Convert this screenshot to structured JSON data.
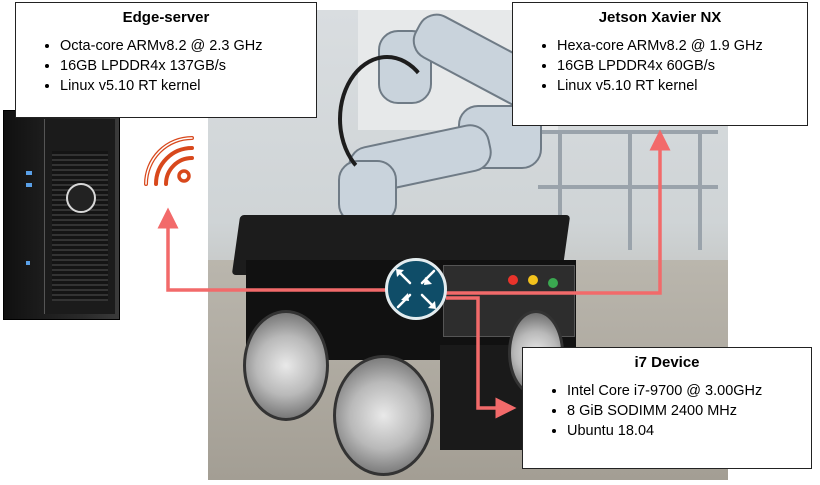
{
  "edge_server": {
    "title": "Edge-server",
    "specs": [
      "Octa-core ARMv8.2 @ 2.3 GHz",
      "16GB LPDDR4x 137GB/s",
      "Linux v5.10 RT kernel"
    ]
  },
  "jetson": {
    "title": "Jetson Xavier NX",
    "specs": [
      "Hexa-core ARMv8.2 @ 1.9 GHz",
      "16GB LPDDR4x 60GB/s",
      "Linux v5.10 RT kernel"
    ]
  },
  "i7_device": {
    "title": "i7 Device",
    "specs": [
      "Intel Core i7-9700 @ 3.00GHz",
      "8 GiB SODIMM 2400 MHz",
      "Ubuntu 18.04"
    ]
  },
  "icons": {
    "wifi": "wifi-icon",
    "router": "router-icon",
    "server": "tower-server-icon"
  },
  "colors": {
    "arrow": "#f26a6a",
    "wifi": "#d8481c",
    "router": "#0f4d68"
  }
}
